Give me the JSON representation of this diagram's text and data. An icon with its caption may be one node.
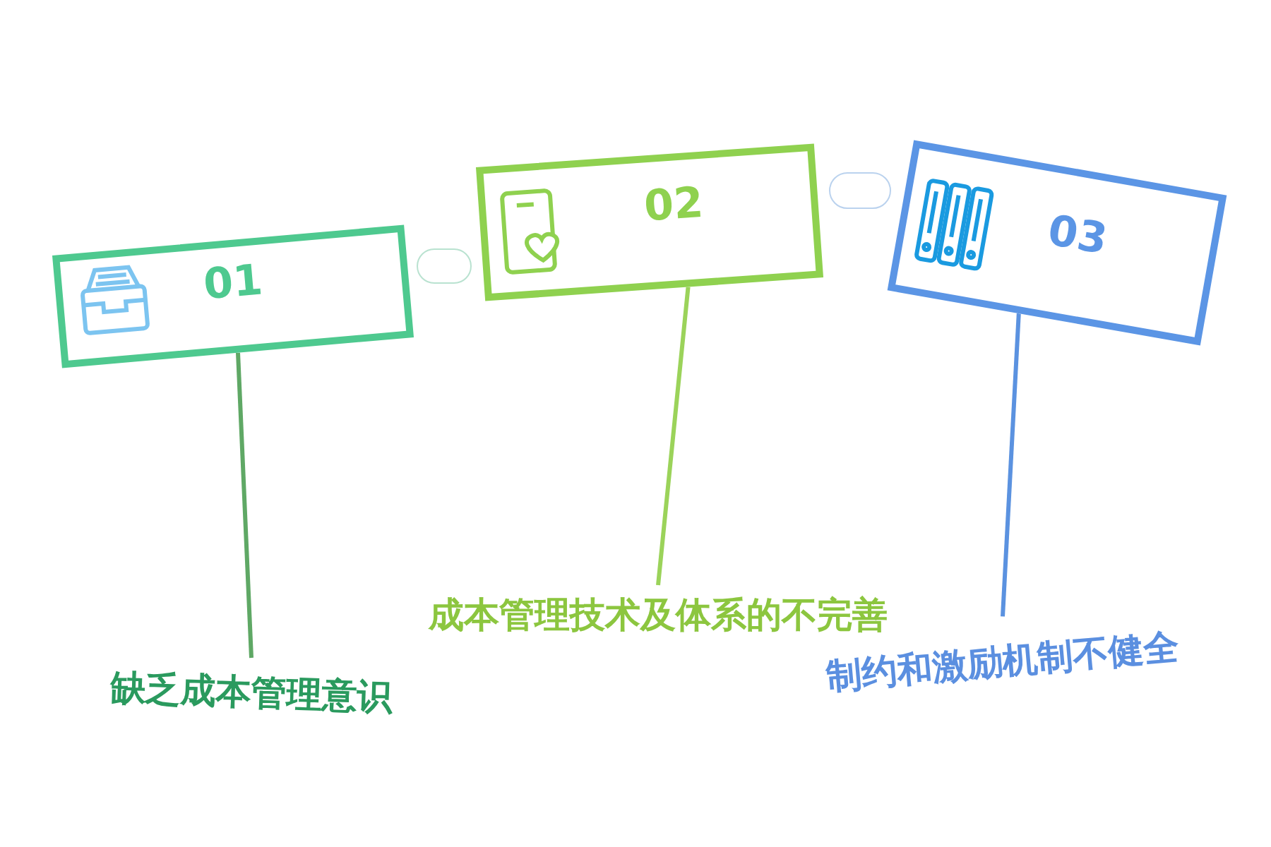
{
  "diagram": {
    "nodes": [
      {
        "text": [
          "01"
        ]
      },
      {
        "text": [
          "02"
        ]
      },
      {
        "text": [
          "03"
        ]
      },
      {
        "text": [],
        "shape": "capsule"
      },
      {
        "text": [],
        "shape": "capsule"
      },
      {
        "text": [
          "缺乏成本管理意识"
        ]
      },
      {
        "text": [
          "成本管理技术及体系的不完善"
        ]
      },
      {
        "text": [
          "制约和激励机制不健全"
        ]
      }
    ],
    "edges": [
      {
        "from": 0,
        "to": 5,
        "arrow": "none",
        "color": "#5fa865"
      },
      {
        "from": 1,
        "to": 6,
        "arrow": "none",
        "color": "#9bd35a"
      },
      {
        "from": 2,
        "to": 7,
        "arrow": "none",
        "color": "#5b92e0"
      }
    ]
  }
}
